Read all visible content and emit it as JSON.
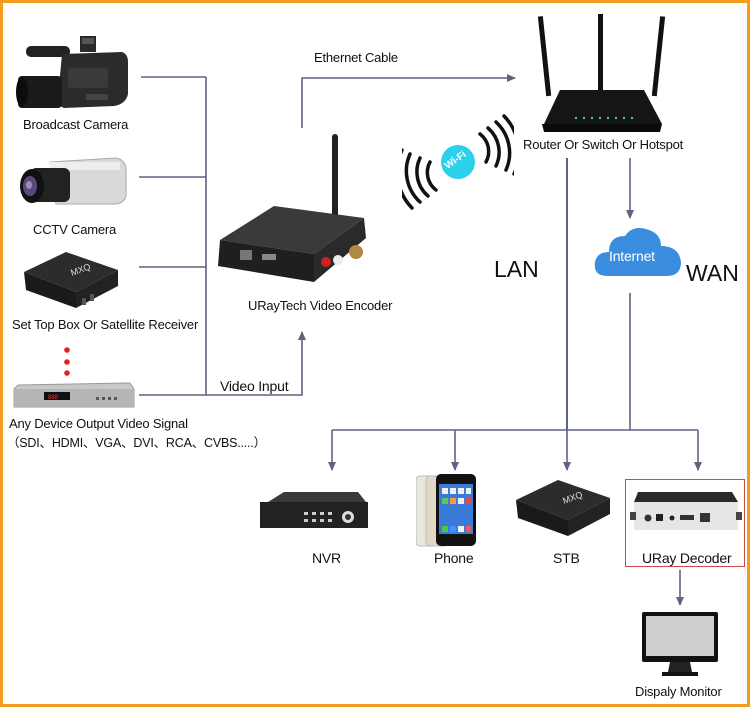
{
  "diagram": {
    "title": "URayTech Video Encoder network topology",
    "line_color": "#5d6384",
    "frame_color": "#f39c1f",
    "sources": [
      {
        "id": "broadcast-camera",
        "label": "Broadcast Camera"
      },
      {
        "id": "cctv-camera",
        "label": "CCTV Camera"
      },
      {
        "id": "set-top-box",
        "label": "Set Top Box Or Satellite Receiver"
      },
      {
        "id": "any-device",
        "label": "Any Device Output Video Signal",
        "sublabel": "（SDI、HDMI、VGA、DVI、RCA、CVBS.....）"
      }
    ],
    "encoder": {
      "label": "URayTech Video Encoder"
    },
    "connections": {
      "video_input": "Video Input",
      "ethernet_cable": "Ethernet Cable",
      "wifi_badge": "Wi-Fi"
    },
    "router": {
      "label": "Router Or Switch Or Hotspot"
    },
    "internet": {
      "label": "Internet"
    },
    "networks": {
      "lan": "LAN",
      "wan": "WAN"
    },
    "outputs": [
      {
        "id": "nvr",
        "label": "NVR"
      },
      {
        "id": "phone",
        "label": "Phone"
      },
      {
        "id": "stb",
        "label": "STB"
      },
      {
        "id": "decoder",
        "label": "URay Decoder"
      }
    ],
    "monitor": {
      "label": "Dispaly Monitor"
    }
  }
}
